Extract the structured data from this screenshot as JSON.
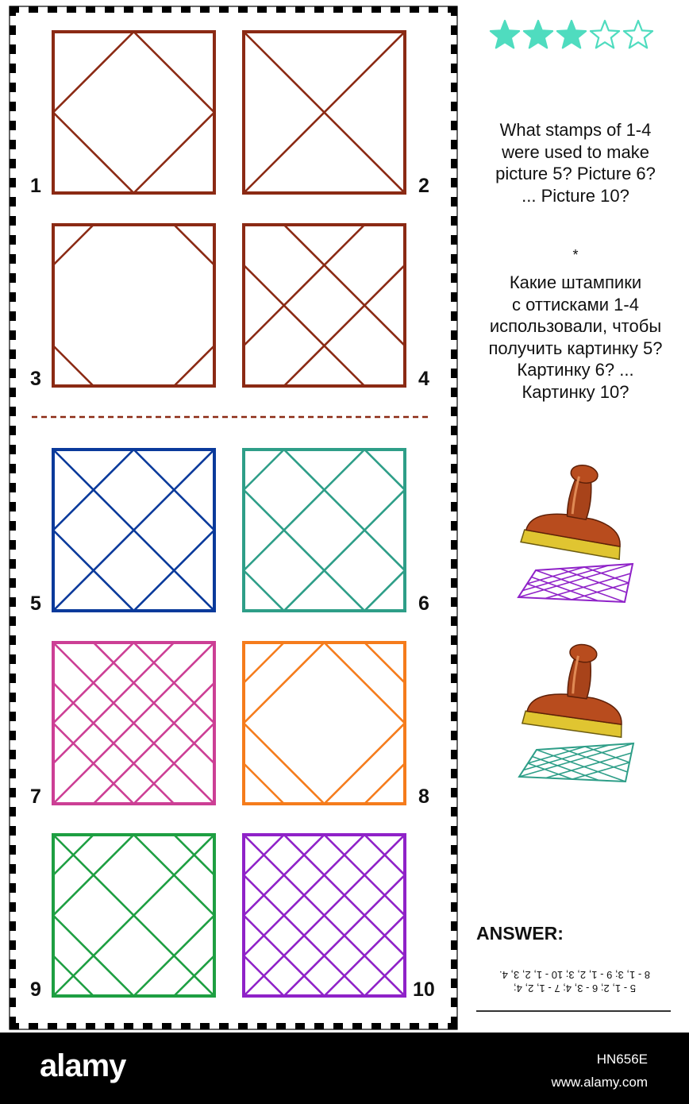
{
  "puzzle": {
    "labels": [
      "1",
      "2",
      "3",
      "4",
      "5",
      "6",
      "7",
      "8",
      "9",
      "10"
    ],
    "stamp_color": "#8b2a14",
    "picture_colors": {
      "picture_5": "#0a3a9b",
      "picture_6": "#2e9e88",
      "picture_7": "#cc3f95",
      "picture_8": "#f57c1c",
      "picture_9": "#1e9f42",
      "picture_10": "#8f22c8"
    },
    "stars": {
      "filled": 3,
      "total": 5,
      "color": "#4fdcbf"
    }
  },
  "question": {
    "english": [
      "What stamps of 1-4",
      "were used to make",
      "picture 5? Picture 6?",
      "... Picture 10?"
    ],
    "separator": "*",
    "russian": [
      "Какие штампики",
      "с оттисками 1-4",
      "использовали, чтобы",
      "получить картинку 5?",
      "Картинку 6? ...",
      "Картинку 10?"
    ]
  },
  "answer": {
    "title": "ANSWER:",
    "line1": "5 - 1, 2; 6 - 3, 4; 7 - 1, 2, 4;",
    "line2": "8 - 1, 3; 9 - 1, 2, 3; 10 - 1, 2, 3, 4."
  },
  "footer": {
    "logo": "alamy",
    "image_id": "HN656E",
    "website": "www.alamy.com"
  }
}
